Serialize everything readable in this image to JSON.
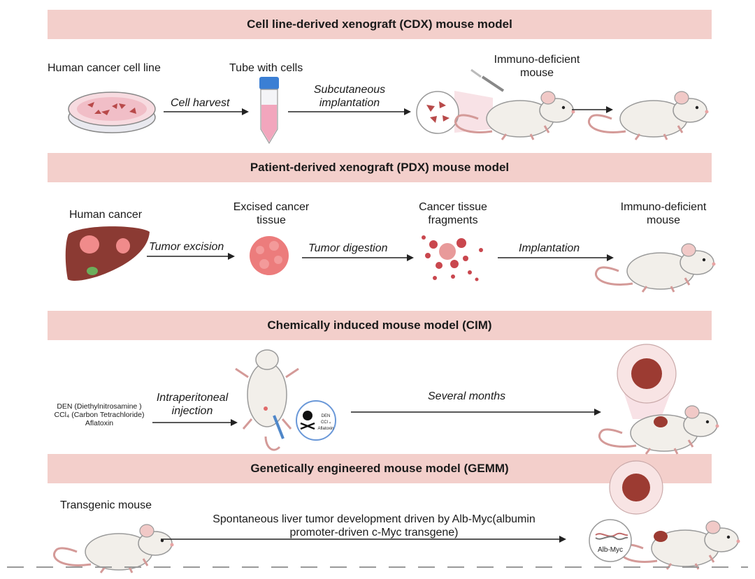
{
  "sections": [
    {
      "title": "Cell line-derived xenograft (CDX) mouse model",
      "labels": [
        "Human cancer cell line",
        "Tube with cells",
        "Immuno-deficient mouse"
      ],
      "steps": [
        "Cell harvest",
        "Subcutaneous implantation"
      ]
    },
    {
      "title": "Patient-derived xenograft (PDX) mouse model",
      "labels": [
        "Human cancer",
        "Excised cancer tissue",
        "Cancer tissue fragments",
        "Immuno-deficient mouse"
      ],
      "steps": [
        "Tumor excision",
        "Tumor digestion",
        "Implantation"
      ]
    },
    {
      "title": "Chemically induced mouse model (CIM)",
      "chemicals": [
        "DEN (Diethylnitrosamine )",
        "CCl₄ (Carbon Tetrachloride)",
        "Aflatoxin"
      ],
      "steps": [
        "Intraperitoneal injection",
        "Several months"
      ],
      "vial_text": [
        "DEN",
        "CCl ₄",
        "Aflatoxin"
      ]
    },
    {
      "title": "Genetically engineered mouse model (GEMM)",
      "labels": [
        "Transgenic mouse"
      ],
      "steps": [
        "Spontaneous liver tumor development driven by Alb-Myc(albumin promoter-driven c-Myc transgene)"
      ],
      "badge": "Alb-Myc"
    }
  ],
  "colors": {
    "banner": "#f3cfcb",
    "tumor": "#9c3b32",
    "mouse": "#f2efea",
    "liver": "#8b3a33"
  }
}
